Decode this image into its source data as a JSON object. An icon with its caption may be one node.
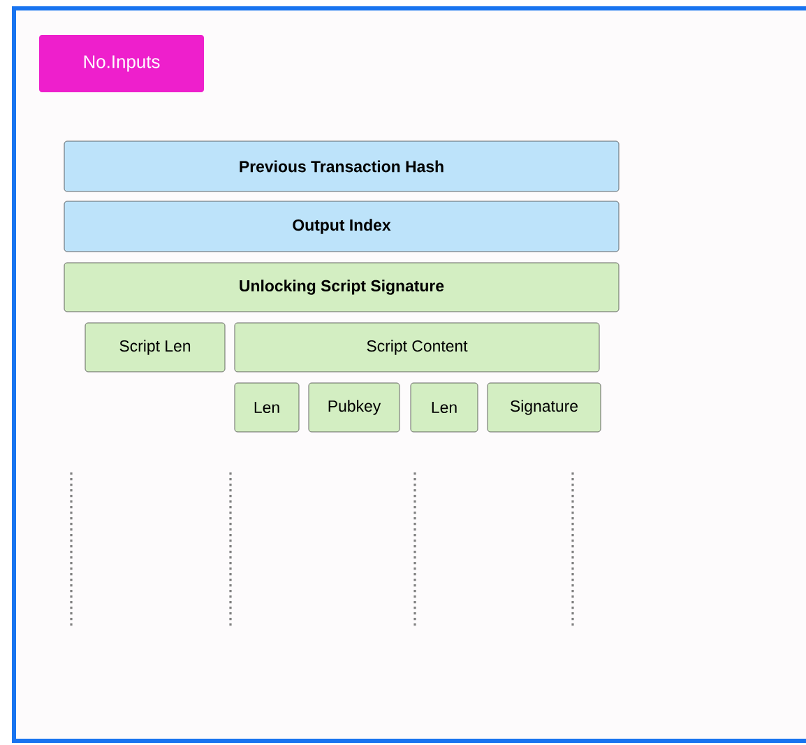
{
  "diagram": {
    "nodes": [
      {
        "text": [
          "No.Inputs"
        ]
      },
      {
        "text": [
          "Previous Transaction Hash"
        ]
      },
      {
        "text": [
          "Output Index"
        ]
      },
      {
        "text": [
          "Unlocking Script Signature"
        ]
      },
      {
        "text": [
          "Script Len"
        ]
      },
      {
        "text": [
          "Script Content"
        ]
      },
      {
        "text": [
          "Len"
        ]
      },
      {
        "text": [
          "Pubkey"
        ]
      },
      {
        "text": [
          "Len"
        ]
      },
      {
        "text": [
          "Signature"
        ]
      }
    ]
  }
}
